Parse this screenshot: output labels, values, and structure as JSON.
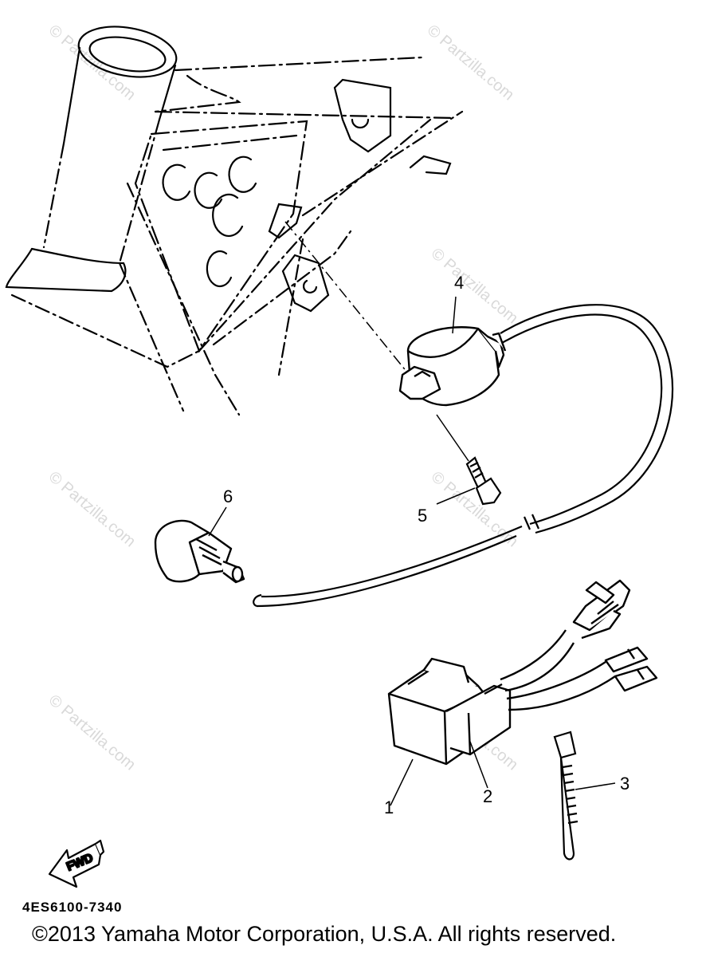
{
  "watermark": "© Partzilla.com",
  "callouts": {
    "p1": "1",
    "p2": "2",
    "p3": "3",
    "p4": "4",
    "p5": "5",
    "p6": "6"
  },
  "fwd_label": "FWD",
  "part_code": "4ES6100-7340",
  "copyright": "©2013 Yamaha Motor Corporation, U.S.A. All rights reserved.",
  "colors": {
    "line": "#000000",
    "watermark": "#d9d9d9",
    "background": "#ffffff"
  }
}
